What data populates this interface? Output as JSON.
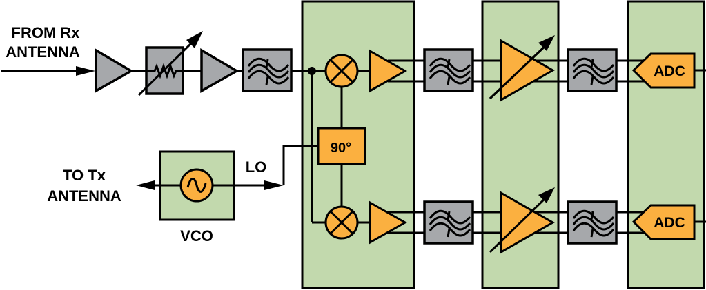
{
  "diagram": {
    "title": "Rx signal chain with quadrature demodulator",
    "colors": {
      "panel": "#c2d9ad",
      "active": "#fbb040",
      "passive": "#a6a8ab",
      "line": "#000000"
    },
    "labels": {
      "from_rx_line1": "FROM Rx",
      "from_rx_line2": "ANTENNA",
      "to_tx_line1": "TO Tx",
      "to_tx_line2": "ANTENNA",
      "lo": "LO",
      "vco": "VCO",
      "phase_shifter": "90°",
      "adc_i": "ADC",
      "adc_q": "ADC"
    },
    "front_end": [
      "lna-amplifier",
      "variable-attenuator",
      "amplifier",
      "bandpass-filter"
    ],
    "stages": [
      {
        "name": "demodulator",
        "blocks": [
          "mixer-i",
          "mixer-q",
          "phase-shifter-90",
          "amp-i",
          "amp-q"
        ]
      },
      {
        "name": "filters-1",
        "blocks": [
          "filter-i",
          "filter-q"
        ]
      },
      {
        "name": "vga",
        "blocks": [
          "vga-i",
          "vga-q"
        ]
      },
      {
        "name": "filters-2",
        "blocks": [
          "filter-i",
          "filter-q"
        ]
      },
      {
        "name": "adc",
        "blocks": [
          "adc-i",
          "adc-q"
        ]
      }
    ]
  }
}
